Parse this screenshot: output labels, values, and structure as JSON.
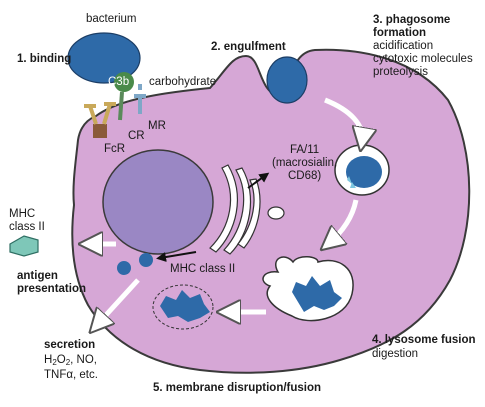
{
  "colors": {
    "cell_fill": "#d6a7d6",
    "cell_stroke": "#3a3a3a",
    "nucleus_fill": "#9a87c4",
    "organism_fill": "#2e6aa8",
    "receptor_gold": "#c9a95a",
    "receptor_brown": "#8a5a3a",
    "receptor_green": "#5a8a5a",
    "mhc_teal": "#7ec7b8",
    "vacuole_fill": "#ffffff"
  },
  "labels": {
    "bacterium": "bacterium",
    "binding": "1. binding",
    "c3b": "C3b",
    "carbohydrate": "carbohydrate",
    "fcr": "FcR",
    "cr": "CR",
    "mr": "MR",
    "engulfment": "2. engulfment",
    "phagosome_title": "3. phagosome\nformation",
    "phagosome_steps": "acidification\ncytotoxic molecules\nproteolysis",
    "fa11": "FA/11\n(macrosialin,\nCD68)",
    "mhc_outside": "MHC\nclass II",
    "antigen_presentation": "antigen\npresentation",
    "mhc_inside": "MHC class II",
    "lysosome_fusion": "4. lysosome fusion",
    "digestion": "digestion",
    "secretion": "secretion",
    "secretion_h2o2_h": "H",
    "secretion_h2o2_2a": "2",
    "secretion_h2o2_o": "O",
    "secretion_h2o2_2b": "2",
    "secretion_rest": ", NO,",
    "secretion_tnf": "TNFα, etc.",
    "membrane_disruption": "5. membrane disruption/fusion"
  }
}
